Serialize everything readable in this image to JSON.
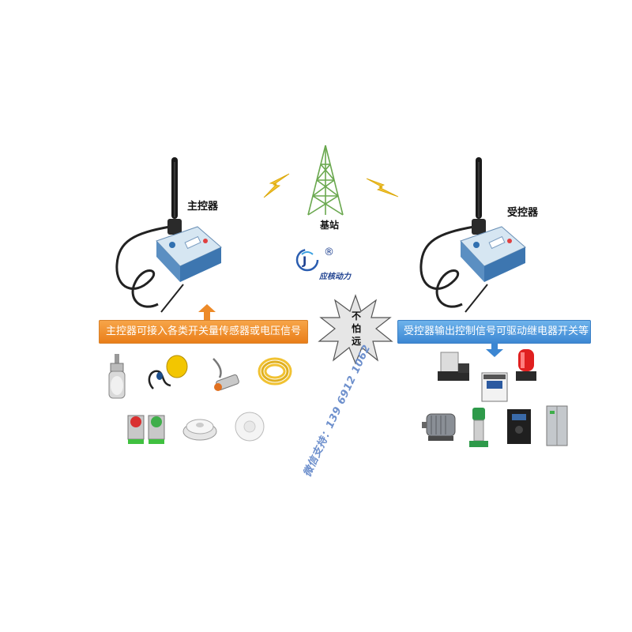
{
  "labels": {
    "master": "主控器",
    "base_station": "基站",
    "receiver": "受控器"
  },
  "banners": {
    "master_input": "主控器可接入各类开关量传感器或电压信号",
    "receiver_output": "受控器输出控制信号可驱动继电器开关等"
  },
  "starburst": {
    "line1": "不",
    "line2": "怕",
    "line3": "远"
  },
  "logo": {
    "text": "应核动力",
    "mark": "®"
  },
  "wechat": "微信支持：139 6912 1062",
  "colors": {
    "orange_banner": "#ed8a28",
    "blue_banner": "#4a95dc",
    "tower": "#6aa84f",
    "lightning": "#f1c232"
  },
  "icons": {
    "master_device": "gsm-controller-icon",
    "receiver_device": "gsm-controller-icon",
    "tower": "cell-tower-icon",
    "signal_left": "lightning-icon",
    "signal_right": "lightning-icon",
    "arrow_up": "up-arrow-icon",
    "arrow_down": "down-arrow-icon",
    "sensors": [
      "float-level-switch-icon",
      "float-ball-switch-icon",
      "photoelectric-sensor-icon",
      "cable-coil-icon",
      "push-button-icon",
      "smoke-detector-icon",
      "pir-ceiling-sensor-icon"
    ],
    "actuators": [
      "relay-icon",
      "contactor-icon",
      "warning-light-icon",
      "motor-icon",
      "water-pump-icon",
      "inverter-icon",
      "control-cabinet-icon"
    ]
  }
}
